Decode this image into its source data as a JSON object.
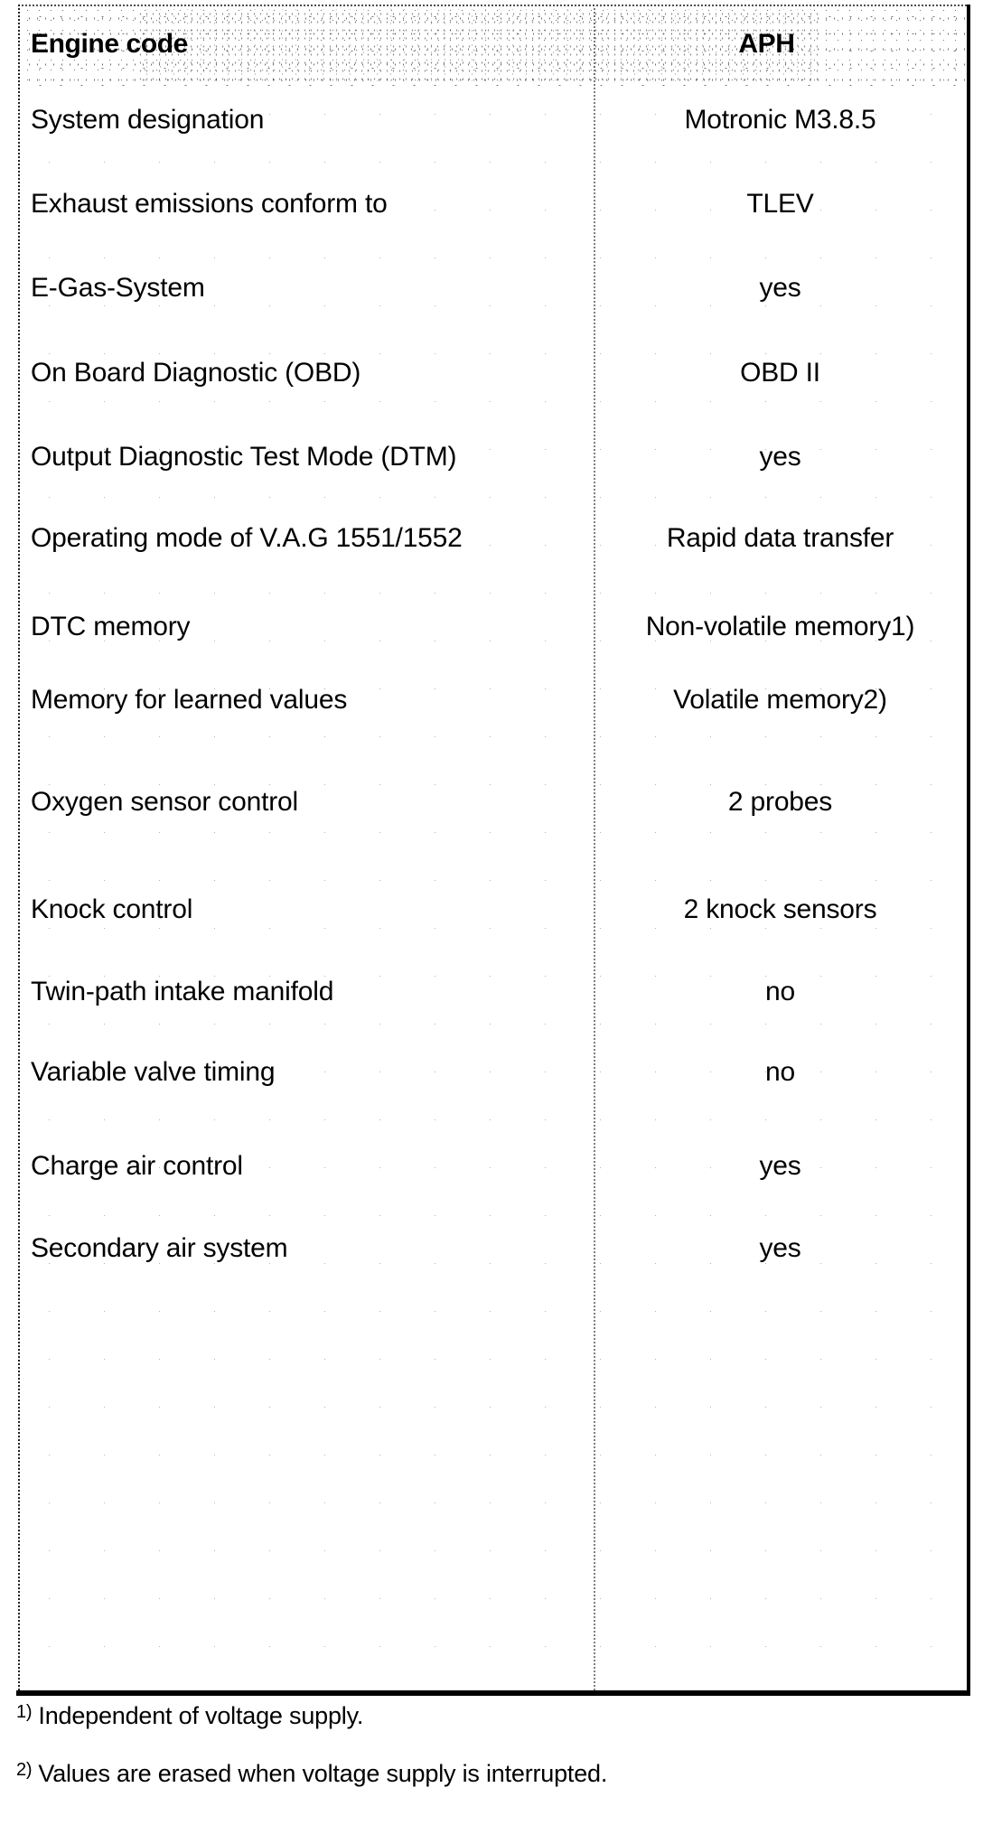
{
  "document": {
    "type": "scanned-specification-table",
    "header": {
      "label_column": "Engine code",
      "value_column": "APH"
    },
    "rows": [
      {
        "label": "System designation",
        "value": "Motronic M3.8.5"
      },
      {
        "label": "Exhaust emissions conform to",
        "value": "TLEV"
      },
      {
        "label": "E-Gas-System",
        "value": "yes"
      },
      {
        "label": "On Board Diagnostic (OBD)",
        "value": "OBD II"
      },
      {
        "label": "Output Diagnostic Test Mode (DTM)",
        "value": "yes"
      },
      {
        "label": "Operating mode of V.A.G 1551/1552",
        "value": "Rapid data transfer"
      },
      {
        "label": "DTC memory",
        "value": "Non-volatile memory1)"
      },
      {
        "label": "Memory for learned values",
        "value": "Volatile memory2)"
      },
      {
        "label": "Oxygen sensor control",
        "value": "2 probes"
      },
      {
        "label": "Knock control",
        "value": "2 knock sensors"
      },
      {
        "label": "Twin-path intake manifold",
        "value": "no"
      },
      {
        "label": "Variable valve timing",
        "value": "no"
      },
      {
        "label": "Charge air control",
        "value": "yes"
      },
      {
        "label": "Secondary air system",
        "value": "yes"
      }
    ],
    "footnotes": [
      {
        "marker": "1)",
        "text": "Independent of voltage supply."
      },
      {
        "marker": "2)",
        "text": "Values are erased when voltage supply is interrupted."
      }
    ],
    "colors": {
      "ink": "#000000",
      "paper": "#ffffff",
      "divider": "#555555"
    }
  }
}
